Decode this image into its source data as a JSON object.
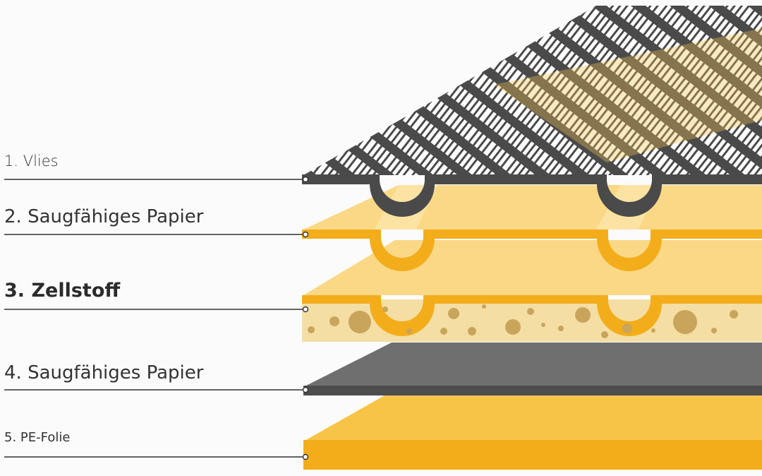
{
  "layers": [
    {
      "label": "1. Vlies",
      "color": "#4a4a4a"
    },
    {
      "label": "2. Saugfähiges Papier",
      "color": "#f3ad1b"
    },
    {
      "label": "3. Zellstoff",
      "color": "#f3ad1b"
    },
    {
      "label": "4. Saugfähiges Papier",
      "color": "#5a5a5a"
    },
    {
      "label": "5. PE-Folie",
      "color": "#f3ad1b"
    }
  ],
  "colors": {
    "paper_top": "#fad886",
    "pulp": "#f4dea3",
    "pulp_dots": "#c9a55b",
    "mesh": "#4a4a4a",
    "leader_line": "#333333"
  }
}
